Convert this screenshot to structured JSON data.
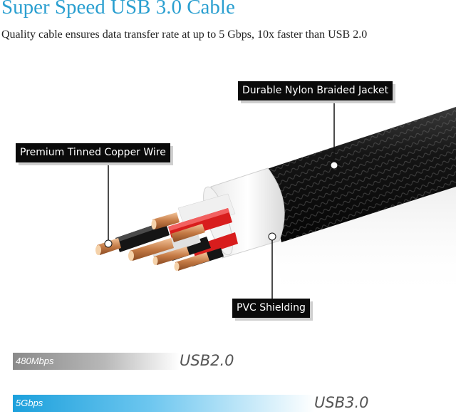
{
  "header": {
    "title": "Super Speed USB 3.0 Cable",
    "subtitle": "Quality cable ensures data transfer rate at up to 5 Gbps, 10x faster than USB 2.0"
  },
  "callouts": {
    "jacket": "Durable Nylon Braided Jacket",
    "copper": "Premium Tinned Copper Wire",
    "pvc": "PVC Shielding"
  },
  "comparison": {
    "usb2": {
      "rate": "480Mbps",
      "label": "USB2.0"
    },
    "usb3": {
      "rate": "5Gbps",
      "label": "USB3.0"
    }
  },
  "colors": {
    "title": "#2a9fd0",
    "usb2_bar": "#8a8a8a",
    "usb3_bar": "#1ca0dc"
  }
}
